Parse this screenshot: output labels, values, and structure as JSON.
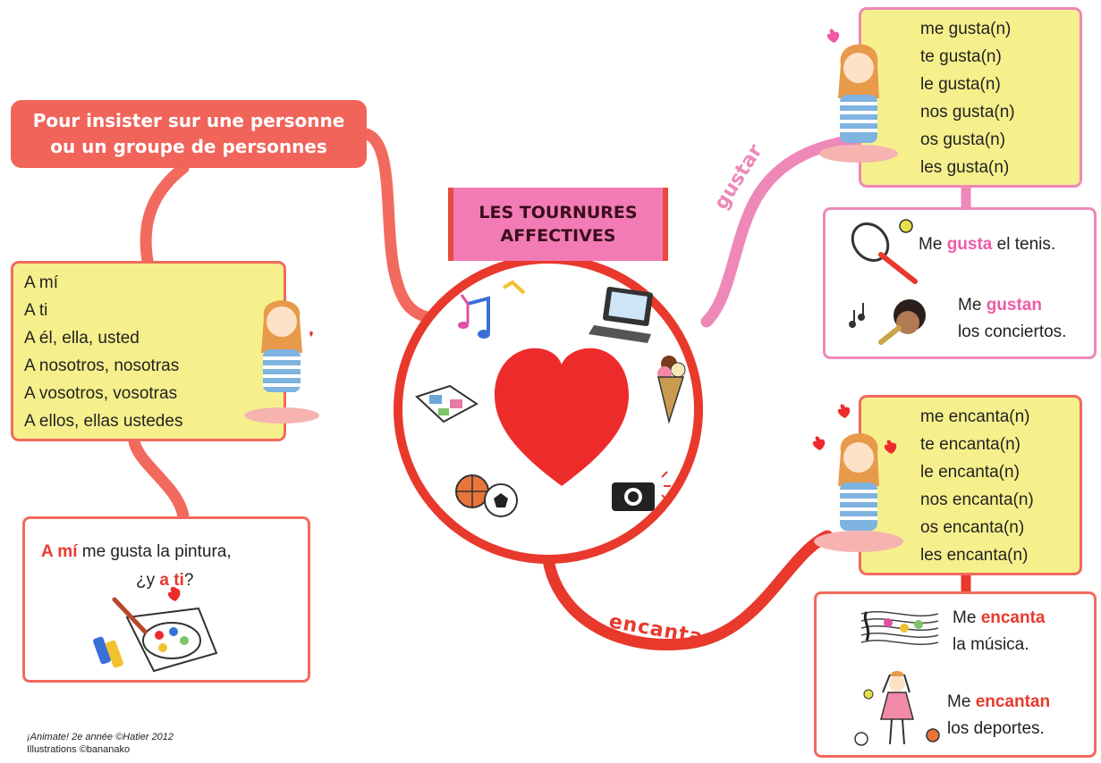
{
  "title": {
    "line1": "LES TOURNURES",
    "line2": "AFFECTIVES"
  },
  "insist": {
    "line1": "Pour insister sur une personne",
    "line2": "ou un groupe de personnes"
  },
  "pronouns": [
    "A mí",
    "A ti",
    "A él, ella, usted",
    "A nosotros, nosotras",
    "A vosotros, vosotras",
    "A ellos, ellas ustedes"
  ],
  "branch_gustar": "gustar",
  "branch_encantar": "encantar",
  "gustar_forms": [
    "me gusta(n)",
    "te gusta(n)",
    "le gusta(n)",
    "nos gusta(n)",
    "os gusta(n)",
    "les gusta(n)"
  ],
  "encantar_forms": [
    "me encanta(n)",
    "te encanta(n)",
    "le encanta(n)",
    "nos encanta(n)",
    "os encanta(n)",
    "les encanta(n)"
  ],
  "ex_gustar": {
    "s1_pre": "Me ",
    "s1_verb": "gusta",
    "s1_post": " el tenis.",
    "s2_pre": "Me ",
    "s2_verb": "gustan",
    "s2_post": "los conciertos."
  },
  "ex_encantar": {
    "s1_pre": "Me ",
    "s1_verb": "encanta",
    "s1_post": "la música.",
    "s2_pre": "Me ",
    "s2_verb": "encantan",
    "s2_post": "los deportes."
  },
  "ex_ami": {
    "bold1": "A mí",
    "rest1": " me gusta la pintura,",
    "pre2": "¿y ",
    "bold2": "a ti",
    "post2": "?"
  },
  "credit": {
    "line1": "¡Animate! 2e année ©Hatier 2012",
    "line2": "Illustrations ©bananako"
  },
  "colors": {
    "red": "#e8392c",
    "coral": "#f26a5e",
    "pink": "#ee88b8",
    "yellow": "#f6f08c",
    "heart": "#ee2b2b"
  },
  "icons": [
    "heart-icon",
    "music-notes-icon",
    "laptop-icon",
    "ice-cream-icon",
    "magazine-icon",
    "balls-icon",
    "camera-icon",
    "tennis-racket-icon",
    "singer-icon",
    "musical-staff-icon",
    "dancer-icon",
    "paint-palette-icon",
    "girl-illustration"
  ]
}
